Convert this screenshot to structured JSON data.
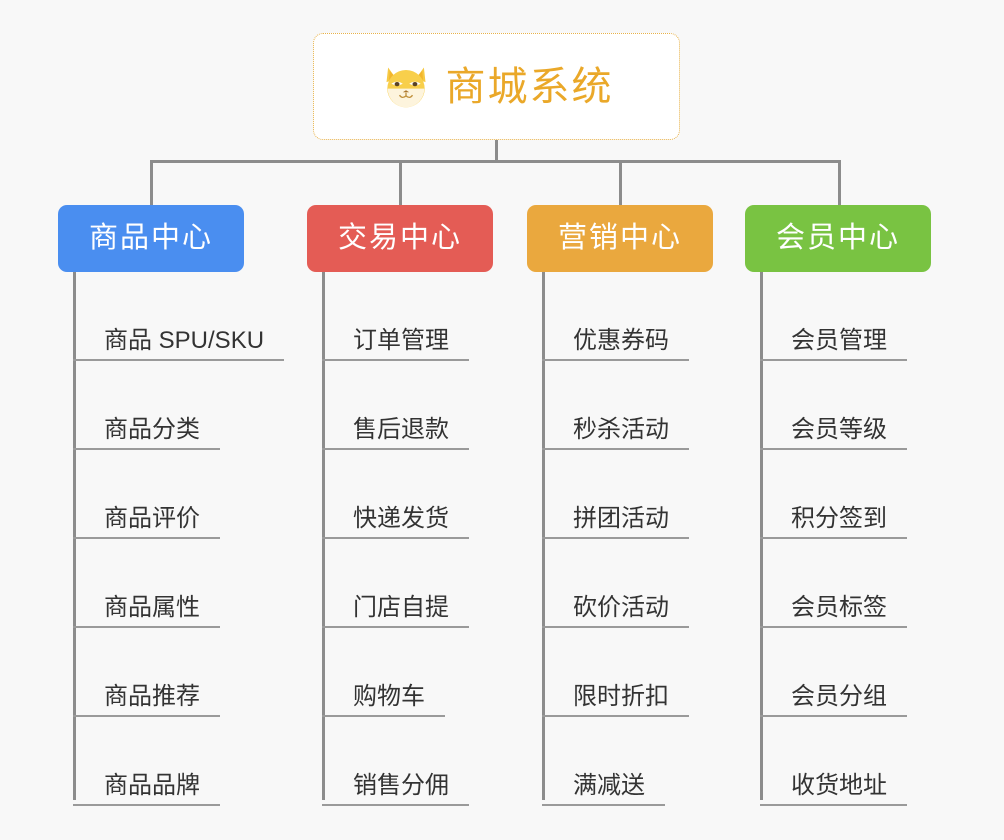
{
  "page": {
    "background_color": "#f8f8f8",
    "type": "mind-map"
  },
  "root": {
    "title": "商城系统",
    "icon": "shiba-dog-icon",
    "text_color": "#eaa829",
    "border_color": "#e8b24a",
    "background_color": "#ffffff"
  },
  "connector": {
    "color": "#8c8c8c"
  },
  "branches": [
    {
      "label": "商品中心",
      "color": "#4a8ef0",
      "items": [
        "商品 SPU/SKU",
        "商品分类",
        "商品评价",
        "商品属性",
        "商品推荐",
        "商品品牌"
      ]
    },
    {
      "label": "交易中心",
      "color": "#e45c55",
      "items": [
        "订单管理",
        "售后退款",
        "快递发货",
        "门店自提",
        "购物车",
        "销售分佣"
      ]
    },
    {
      "label": "营销中心",
      "color": "#eaa83e",
      "items": [
        "优惠券码",
        "秒杀活动",
        "拼团活动",
        "砍价活动",
        "限时折扣",
        "满减送"
      ]
    },
    {
      "label": "会员中心",
      "color": "#79c342",
      "items": [
        "会员管理",
        "会员等级",
        "积分签到",
        "会员标签",
        "会员分组",
        "收货地址"
      ]
    }
  ]
}
